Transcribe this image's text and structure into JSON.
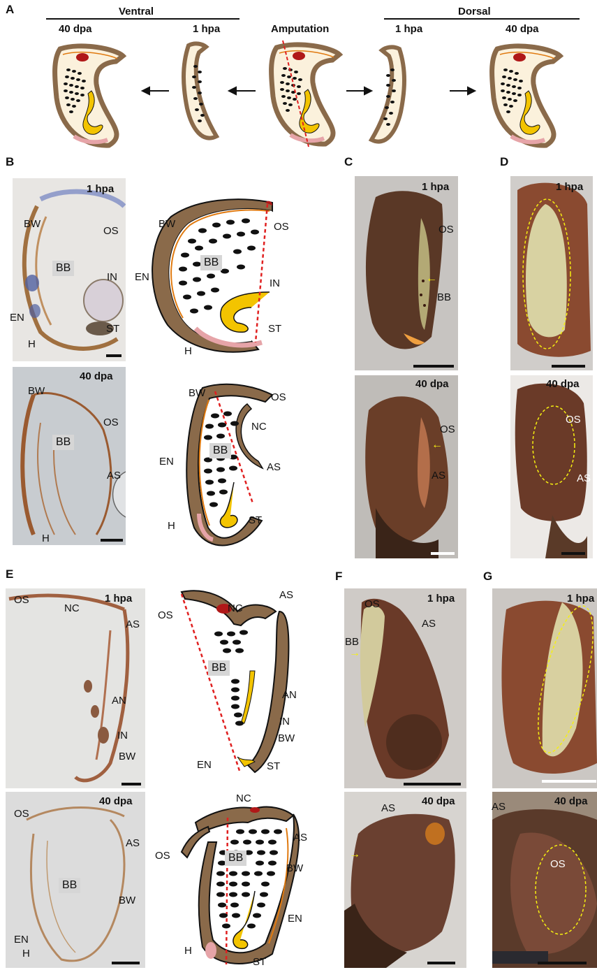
{
  "panels": {
    "A": "A",
    "B": "B",
    "C": "C",
    "D": "D",
    "E": "E",
    "F": "F",
    "G": "G"
  },
  "panel_a": {
    "ventral": "Ventral",
    "dorsal": "Dorsal",
    "stages": [
      "40 dpa",
      "1 hpa",
      "Amputation",
      "1 hpa",
      "40 dpa"
    ]
  },
  "time": {
    "hpa": "1 hpa",
    "dpa": "40 dpa"
  },
  "labels": {
    "BW": "BW",
    "OS": "OS",
    "BB": "BB",
    "IN": "IN",
    "EN": "EN",
    "ST": "ST",
    "H": "H",
    "AS": "AS",
    "NC": "NC",
    "AN": "AN"
  },
  "colors": {
    "body_wall": "#8a6a4a",
    "endoderm": "#e07a10",
    "stomach": "#f3c400",
    "heart": "#e6a4a8",
    "cut_line": "#e02020",
    "background_gray": "#d6d6d6",
    "annotation_yellow": "#f6f010"
  }
}
